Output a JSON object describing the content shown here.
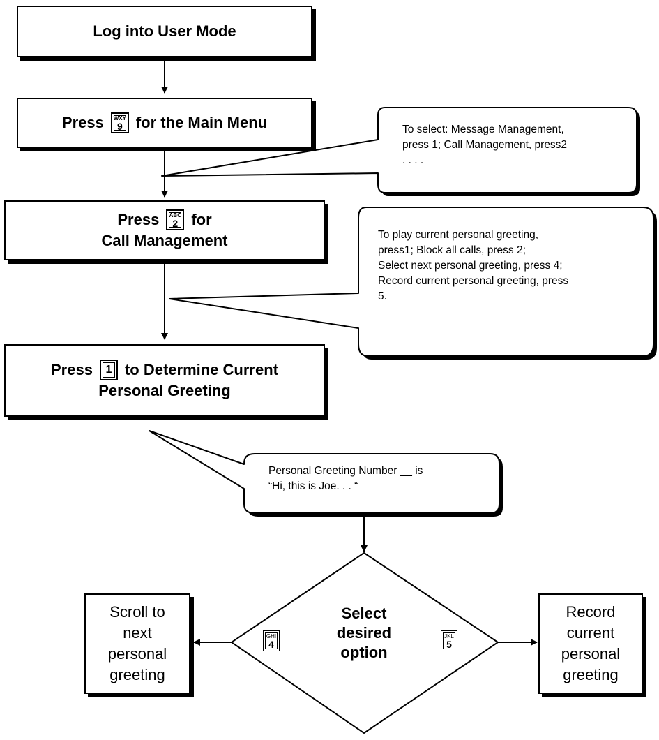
{
  "steps": {
    "login": "Log into User Mode",
    "main_menu_pre": "Press",
    "main_menu_post": "for the Main Menu",
    "call_mgmt_pre": "Press",
    "call_mgmt_mid": "for",
    "call_mgmt_line2": "Call Management",
    "determine_pre": "Press",
    "determine_post": "to Determine Current",
    "determine_line2": "Personal Greeting",
    "decision_line1": "Select",
    "decision_line2": "desired",
    "decision_line3": "option",
    "left_outcome": [
      "Scroll to",
      "next",
      "personal",
      "greeting"
    ],
    "right_outcome": [
      "Record",
      "current",
      "personal",
      "greeting"
    ]
  },
  "keys": {
    "k9": {
      "letters": "WXY",
      "digit": "9"
    },
    "k2": {
      "letters": "ABC",
      "digit": "2"
    },
    "k1": {
      "letters": "",
      "digit": "1"
    },
    "k4": {
      "letters": "GHI",
      "digit": "4"
    },
    "k5": {
      "letters": "JKL",
      "digit": "5"
    }
  },
  "callouts": {
    "main_menu": [
      "To select: Message Management,",
      "press 1; Call Management, press2",
      ". . . ."
    ],
    "call_mgmt": [
      "To play current personal greeting,",
      "press1; Block all calls, press 2;",
      "Select next personal greeting, press 4;",
      "Record current personal greeting, press",
      "5."
    ],
    "greeting": [
      "Personal Greeting Number __ is",
      "“Hi, this is Joe. . . “"
    ]
  }
}
